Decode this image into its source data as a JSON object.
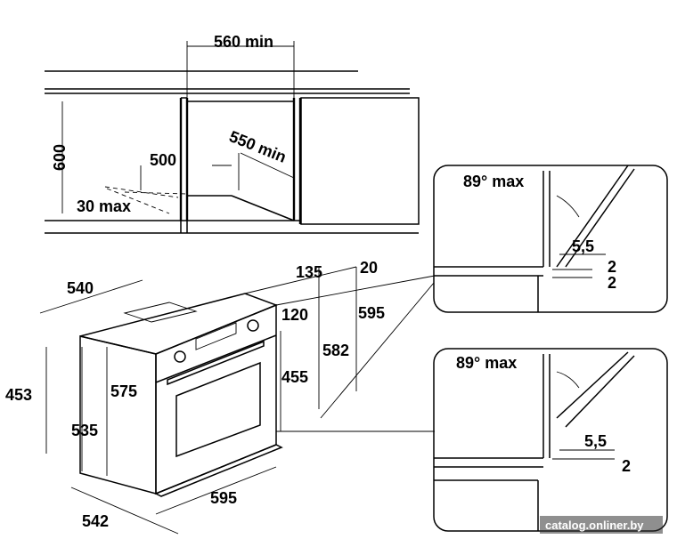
{
  "cabinet_view": {
    "width_min": "560 min",
    "height": "600",
    "depth_min": "550 min",
    "cutout": "500",
    "gap": "30 max"
  },
  "oven_view": {
    "depth": "540",
    "depth_total": "542",
    "side_height": "453",
    "inner_depth": "575",
    "base_depth": "535",
    "front_width": "595",
    "top_135": "135",
    "top_20": "20",
    "panel_120": "120",
    "height_595": "595",
    "height_582": "582",
    "height_455": "455"
  },
  "detail_top": {
    "angle": "89° max",
    "gap": "5,5",
    "a": "2",
    "b": "2"
  },
  "detail_bottom": {
    "angle": "89° max",
    "gap": "5,5",
    "a": "2"
  },
  "watermark": "catalog.onliner.by"
}
